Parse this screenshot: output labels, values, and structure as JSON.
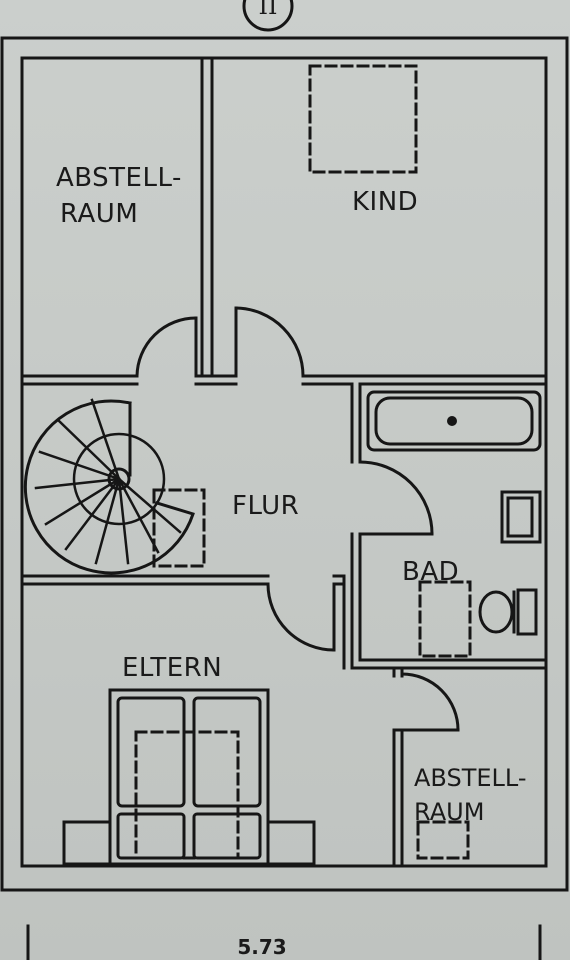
{
  "header": {
    "floor_badge": "II"
  },
  "rooms": {
    "storage_top": {
      "line1": "ABSTELL-",
      "line2": "RAUM"
    },
    "child": "KIND",
    "hallway": "FLUR",
    "bathroom": "BAD",
    "parents": "ELTERN",
    "storage_bottom": {
      "line1": "ABSTELL-",
      "line2": "RAUM"
    }
  },
  "dimension": {
    "width_value": "5.73"
  },
  "colors": {
    "paper": "#c9cdca",
    "ink": "#161616"
  }
}
